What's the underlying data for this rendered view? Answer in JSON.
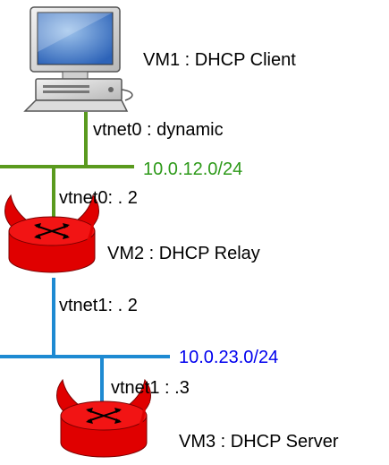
{
  "vm1": {
    "label": "VM1 : DHCP Client",
    "iface": "vtnet0 : dynamic",
    "icon": "computer-icon"
  },
  "net1": {
    "label": "10.0.12.0/24",
    "color": "#5a9a1e",
    "label_color": "#2e9a1a"
  },
  "vm2": {
    "label": "VM2 : DHCP Relay",
    "iface_top": "vtnet0: . 2",
    "iface_bottom": "vtnet1: . 2",
    "icon": "freebsd-router-icon"
  },
  "net2": {
    "label": "10.0.23.0/24",
    "color": "#1e8ad2",
    "label_color": "#0000ee"
  },
  "vm3": {
    "label": "VM3 : DHCP Server",
    "iface": "vtnet1 : .3",
    "icon": "freebsd-router-icon"
  },
  "router_color": "#e00000"
}
